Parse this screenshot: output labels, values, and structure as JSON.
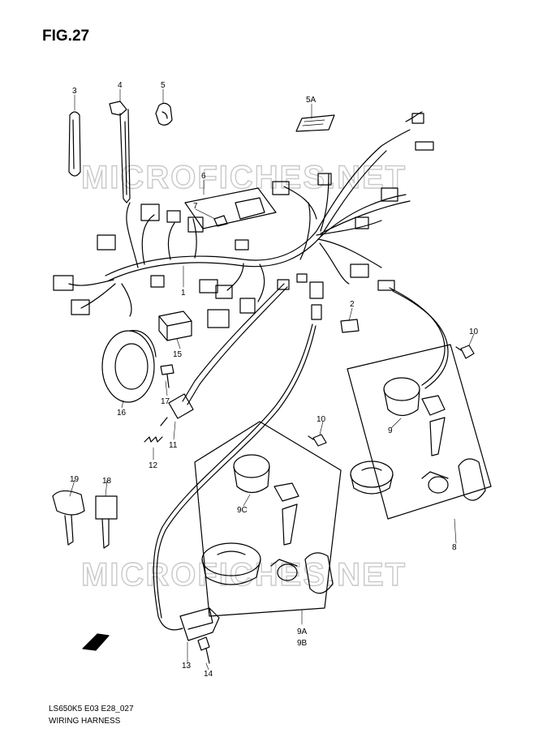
{
  "figure": {
    "title": "FIG.27",
    "code": "LS650K5 E03 E28_027",
    "caption": "WIRING HARNESS"
  },
  "watermark": {
    "text": "MICROFICHES.NET"
  },
  "callouts": {
    "c1": "1",
    "c2": "2",
    "c3": "3",
    "c4": "4",
    "c5": "5",
    "c5a": "5A",
    "c6": "6",
    "c7": "7",
    "c8": "8",
    "c9": "9",
    "c9a": "9A",
    "c9b": "9B",
    "c9c": "9C",
    "c10a": "10",
    "c10b": "10",
    "c11": "11",
    "c12": "12",
    "c13": "13",
    "c14": "14",
    "c15": "15",
    "c16": "16",
    "c17": "17",
    "c18": "18",
    "c19": "19"
  }
}
